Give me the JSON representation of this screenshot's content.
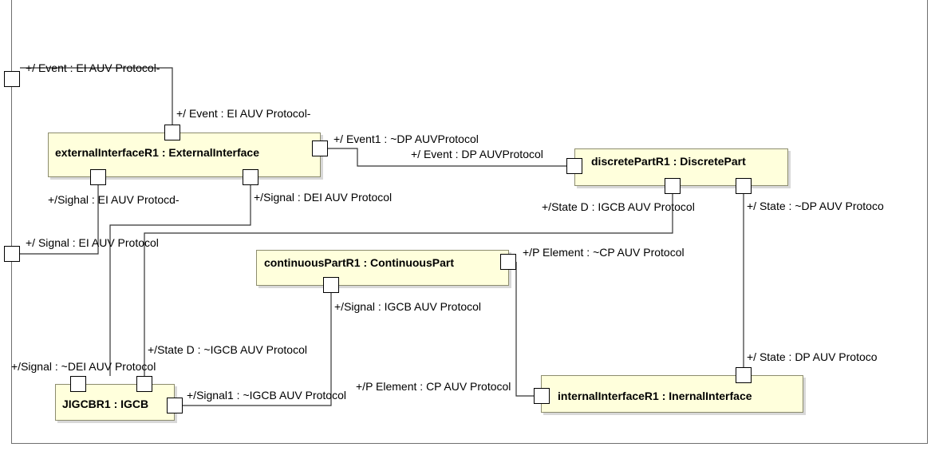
{
  "parts": {
    "external": {
      "label": "externalInterfaceR1 : ExternalInterface"
    },
    "discrete": {
      "label": "discretePartR1 : DiscretePart"
    },
    "continuous": {
      "label": "continuousPartR1 : ContinuousPart"
    },
    "igcb": {
      "label": "JIGCBR1 : IGCB"
    },
    "internal": {
      "label": "internalInterfaceR1 : InernalInterface"
    }
  },
  "port_labels": {
    "boundary_event": "+/ Event : EI AUV Protocol-",
    "external_event": "+/ Event : EI AUV Protocol-",
    "external_event1": "+/ Event1 : ~DP AUVProtocol",
    "discrete_event": "+/ Event : DP AUVProtocol",
    "external_signal_left": "+/Sighal : EI AUV Protocd-",
    "external_signal_right": "+/Signal : DEI AUV Protocol",
    "discrete_state_d": "+/State D : IGCB AUV Protocol",
    "discrete_state": "+/ State : ~DP AUV Protoco",
    "boundary_signal": "+/ Signal : EI AUV Protocol",
    "continuous_p_element": "+/P Element : ~CP AUV Protocol",
    "continuous_signal": "+/Signal : IGCB AUV Protocol",
    "igcb_state_d": "+/State D : ~IGCB AUV Protocol",
    "igcb_signal": "+/Signal : ~DEI AUV Protocol",
    "internal_state": "+/ State : DP AUV Protoco",
    "internal_p_element": "+/P Element : CP AUV Protocol",
    "igcb_signal1": "+/Signal1 : ~IGCB AUV Protocol"
  }
}
